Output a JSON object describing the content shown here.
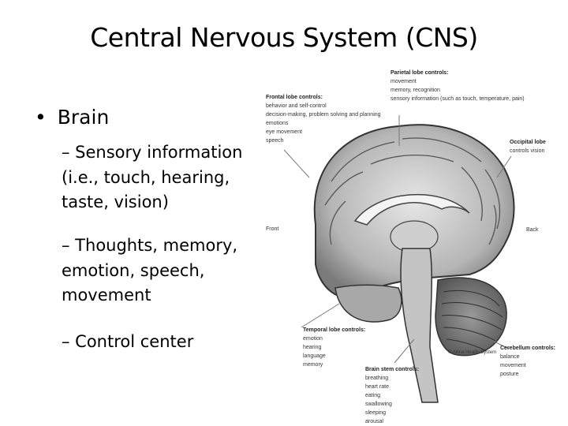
{
  "slide": {
    "title": "Central Nervous System (CNS)",
    "bullet": "Brain",
    "subpoints": [
      {
        "lines": [
          "– Sensory information",
          "(i.e., touch, hearing,",
          "taste, vision)"
        ]
      },
      {
        "lines": [
          "– Thoughts, memory,",
          "emotion, speech,",
          "movement"
        ]
      },
      {
        "lines": [
          "– Control center"
        ]
      }
    ]
  },
  "diagram": {
    "parietal": {
      "heading": "Parietal lobe controls:",
      "items": [
        "movement",
        "memory, recognition",
        "sensory information (such as touch, temperature, pain)"
      ]
    },
    "frontal": {
      "heading": "Frontal lobe controls:",
      "items": [
        "behavior and self-control",
        "decision-making, problem solving and planning",
        "emotions",
        "eye movement",
        "speech"
      ]
    },
    "occipital": {
      "heading": "Occipital lobe",
      "items": [
        "controls vision"
      ]
    },
    "front_label": "Front",
    "back_label": "Back",
    "temporal": {
      "heading": "Temporal lobe controls:",
      "items": [
        "emotion",
        "hearing",
        "language",
        "memory"
      ]
    },
    "cerebellum": {
      "heading": "Cerebellum controls:",
      "items": [
        "balance",
        "movement",
        "posture"
      ]
    },
    "brainstem": {
      "heading": "Brain stem controls:",
      "items": [
        "breathing",
        "heart rate",
        "eating",
        "swallowing",
        "sleeping",
        "arousal"
      ]
    },
    "credit": "© Allina Health System"
  }
}
